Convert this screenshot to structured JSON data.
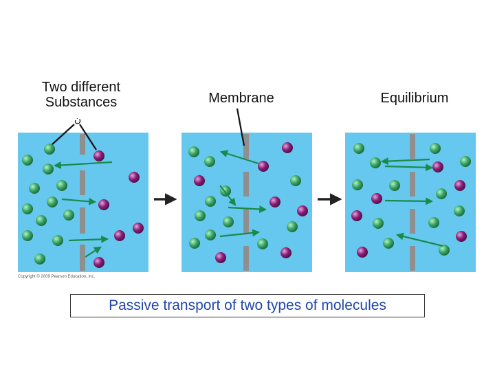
{
  "labels": {
    "two_substances_line1": "Two different",
    "two_substances_line2": "Substances",
    "membrane": "Membrane",
    "equilibrium": "Equilibrium"
  },
  "copyright": "Copyright © 2009 Pearson Education, Inc.",
  "caption": "Passive transport of two types of molecules",
  "colors": {
    "box_fill": "#66c8ee",
    "membrane": "#8f8f8f",
    "green_molecule": "#3aa868",
    "purple_molecule": "#8c1e78",
    "arrow_green": "#1a8a4a",
    "caption_text": "#2147a8"
  },
  "panels": [
    {
      "name": "initial",
      "description_shown": false
    },
    {
      "name": "during",
      "description_shown": false
    },
    {
      "name": "equilibrium",
      "description_shown": false
    }
  ]
}
